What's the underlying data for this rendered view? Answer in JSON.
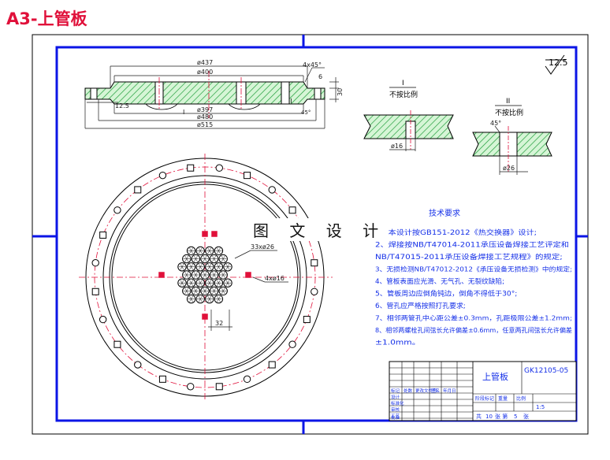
{
  "sheet_title": "A3-上管板",
  "watermark": "图 文 设 计",
  "roughness": "12.5",
  "section_view": {
    "dims_top": [
      "ø437",
      "ø400"
    ],
    "dims_bottom": [
      "ø397",
      "ø480",
      "ø515"
    ],
    "chamfer": "4x45°",
    "right_dims": [
      "6",
      "30"
    ],
    "left_dim": "12.5",
    "markers": [
      "I",
      "II"
    ],
    "right_small": "45°"
  },
  "detail_1": {
    "roman": "I",
    "scale_note": "不按比例",
    "dim": "ø16"
  },
  "detail_2": {
    "roman": "II",
    "scale_note": "不按比例",
    "angle": "45°",
    "dim": "ø26"
  },
  "plan_view": {
    "tube_note": "33xø26",
    "hole_note": "4xø16",
    "pitch": "32"
  },
  "tech_req": {
    "heading": "技术要求",
    "lines": [
      "1、本设计按GB151-2012《热交换器》设计;",
      "2、焊接按NB/T47014-2011承压设备焊接工艺评定和",
      "NB/T47015-2011承压设备焊接工艺规程》的规定;",
      "3、无损检测NB/T47012-2012《承压设备无损检测》中的规定;",
      "4、管板表面应光滑、无气孔、无裂纹缺陷;",
      "5、管板周边应倒角钝边，倒角不得低于30°;",
      "6、管孔应严格按照打孔要求;",
      "7、相邻两管孔中心距公差±0.3mm，孔距极限公差±1.2mm;",
      "8、相邻两螺栓孔间弦长允许偏差±0.6mm，任意两孔间弦长允许偏差",
      "±1.0mm。"
    ]
  },
  "title_block": {
    "part_name": "上管板",
    "drawing_no": "GK12105-05",
    "scale_label": "比例",
    "scale_value": "1:5",
    "sheet_info": [
      "共",
      "10",
      "张 第",
      "5",
      "张"
    ],
    "header_cells": [
      "标记",
      "处数",
      "更改文件号",
      "签名",
      "年月日"
    ],
    "row_labels": [
      "设计",
      "标准化",
      "审核",
      "工艺",
      "批准"
    ],
    "stage_labels": [
      "阶段标记",
      "重量",
      "比例"
    ]
  },
  "colors": {
    "frame": "#0b15e6",
    "hatch": "#1f9e3a",
    "center": "#e0103a",
    "dim": "#1a1a1a",
    "note": "#1530e8",
    "title": "#e0103a"
  }
}
